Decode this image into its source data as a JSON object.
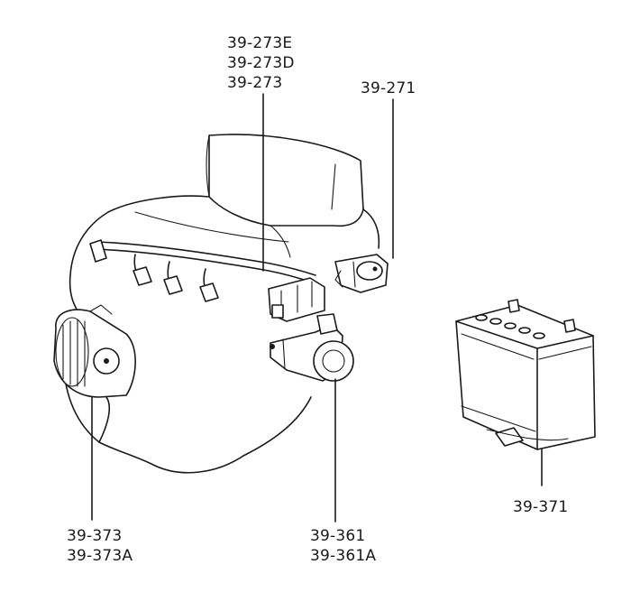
{
  "callouts": {
    "ignition_wires": [
      "39-273E",
      "39-273D",
      "39-273"
    ],
    "distributor": [
      "39-271"
    ],
    "battery": [
      "39-371"
    ],
    "alternator": [
      "39-373",
      "39-373A"
    ],
    "starter": [
      "39-361",
      "39-361A"
    ]
  }
}
